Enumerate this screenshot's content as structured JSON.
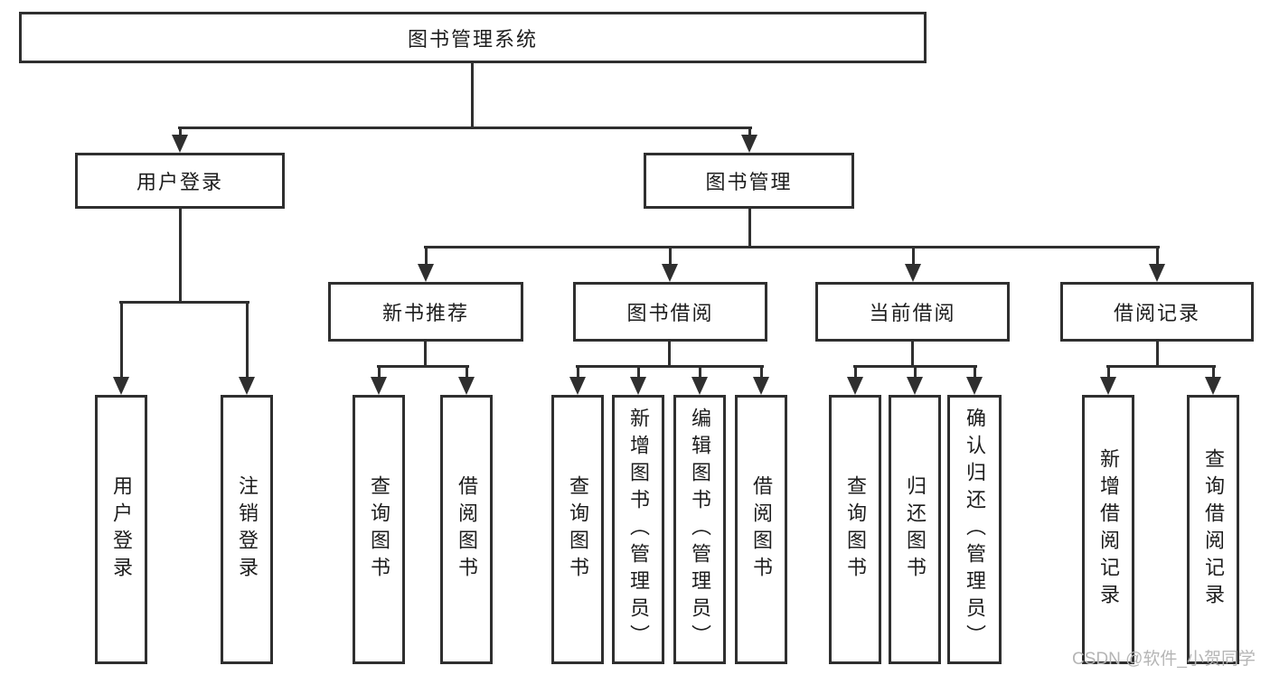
{
  "diagram": {
    "root": "图书管理系统",
    "login_branch": {
      "label": "用户登录",
      "children": [
        "用户登录",
        "注销登录"
      ]
    },
    "mgmt_branch": {
      "label": "图书管理",
      "sections": [
        {
          "label": "新书推荐",
          "children": [
            "查询图书",
            "借阅图书"
          ]
        },
        {
          "label": "图书借阅",
          "children": [
            "查询图书",
            "新增图书（管理员）",
            "编辑图书（管理员）",
            "借阅图书"
          ]
        },
        {
          "label": "当前借阅",
          "children": [
            "查询图书",
            "归还图书",
            "确认归还（管理员）"
          ]
        },
        {
          "label": "借阅记录",
          "children": [
            "新增借阅记录",
            "查询借阅记录"
          ]
        }
      ]
    }
  },
  "watermark": "CSDN @软件_小贺同学",
  "colors": {
    "line": "#2f2f2f",
    "text": "#1d1d1d",
    "background": "#ffffff",
    "watermark": "#b5b5b5"
  }
}
